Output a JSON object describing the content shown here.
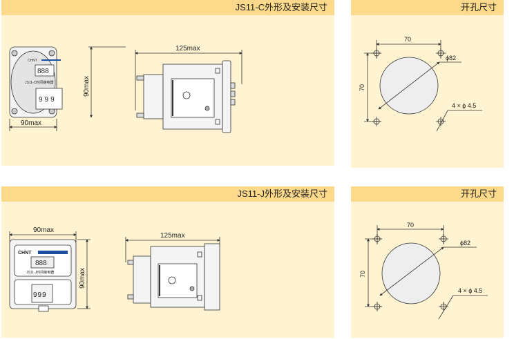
{
  "sections": [
    {
      "title": "JS11-C外形及安装尺寸",
      "width_label": "90max",
      "height_label": "90max",
      "depth_label": "125max",
      "brand": "CHNT",
      "product_label": "JS11-C时间继电器",
      "display": "888",
      "dials": "999"
    },
    {
      "title": "JS11-J外形及安装尺寸",
      "width_label": "90max",
      "height_label": "90max",
      "depth_label": "125max",
      "brand": "CHNT",
      "product_label": "JS11-J时间继电器",
      "display": "888",
      "dials": "999"
    }
  ],
  "cutouts": [
    {
      "title": "开孔尺寸",
      "h_spacing": "70",
      "v_spacing": "70",
      "diameter": "ϕ82",
      "holes": "4 × ϕ 4.5"
    },
    {
      "title": "开孔尺寸",
      "h_spacing": "70",
      "v_spacing": "70",
      "diameter": "ϕ82",
      "holes": "4 × ϕ 4.5"
    }
  ],
  "colors": {
    "header": "#fcd98b",
    "body": "#fff3d2",
    "brand": "#1e4fa0"
  }
}
